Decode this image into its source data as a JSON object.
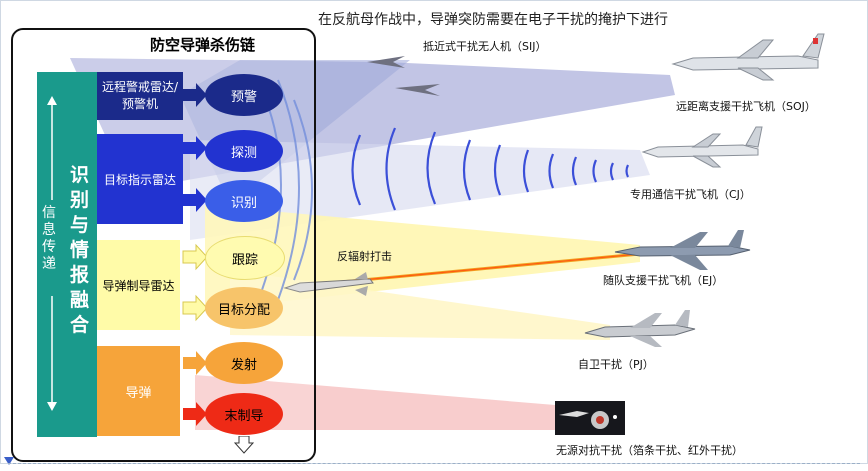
{
  "caption": "在反航母作战中，导弹突防需要在电子干扰的掩护下进行",
  "kill_chain": {
    "title": "防空导弹杀伤链",
    "info_transfer": "信息传递",
    "fusion": "识别与情报融合",
    "sensors": {
      "early_warning": "远程警戒雷达/预警机",
      "target_indication": "目标指示雷达",
      "guidance": "导弹制导雷达",
      "missile": "导弹"
    },
    "stages": [
      "预警",
      "探测",
      "识别",
      "跟踪",
      "目标分配",
      "发射",
      "末制导"
    ]
  },
  "jammers": {
    "sij": "抵近式干扰无人机（SIJ）",
    "soj": "远距离支援干扰飞机（SOJ）",
    "cj": "专用通信干扰飞机（CJ）",
    "ej": "随队支援干扰飞机（EJ）",
    "pj": "自卫干扰（PJ）",
    "passive": "无源对抗干扰（箔条干扰、红外干扰）"
  },
  "strike": "反辐射打击",
  "colors": {
    "teal": "#1a9a8c",
    "navy": "#1b2a8a",
    "blue": "#2233d0",
    "mid_blue": "#3a5ee8",
    "pale_yellow": "#fffba8",
    "orange": "#f6a43a",
    "red": "#ee2a16",
    "beam_purple": "#aeb2dc",
    "beam_yellow": "#fff6b0",
    "beam_pink": "#f7c4c4"
  }
}
